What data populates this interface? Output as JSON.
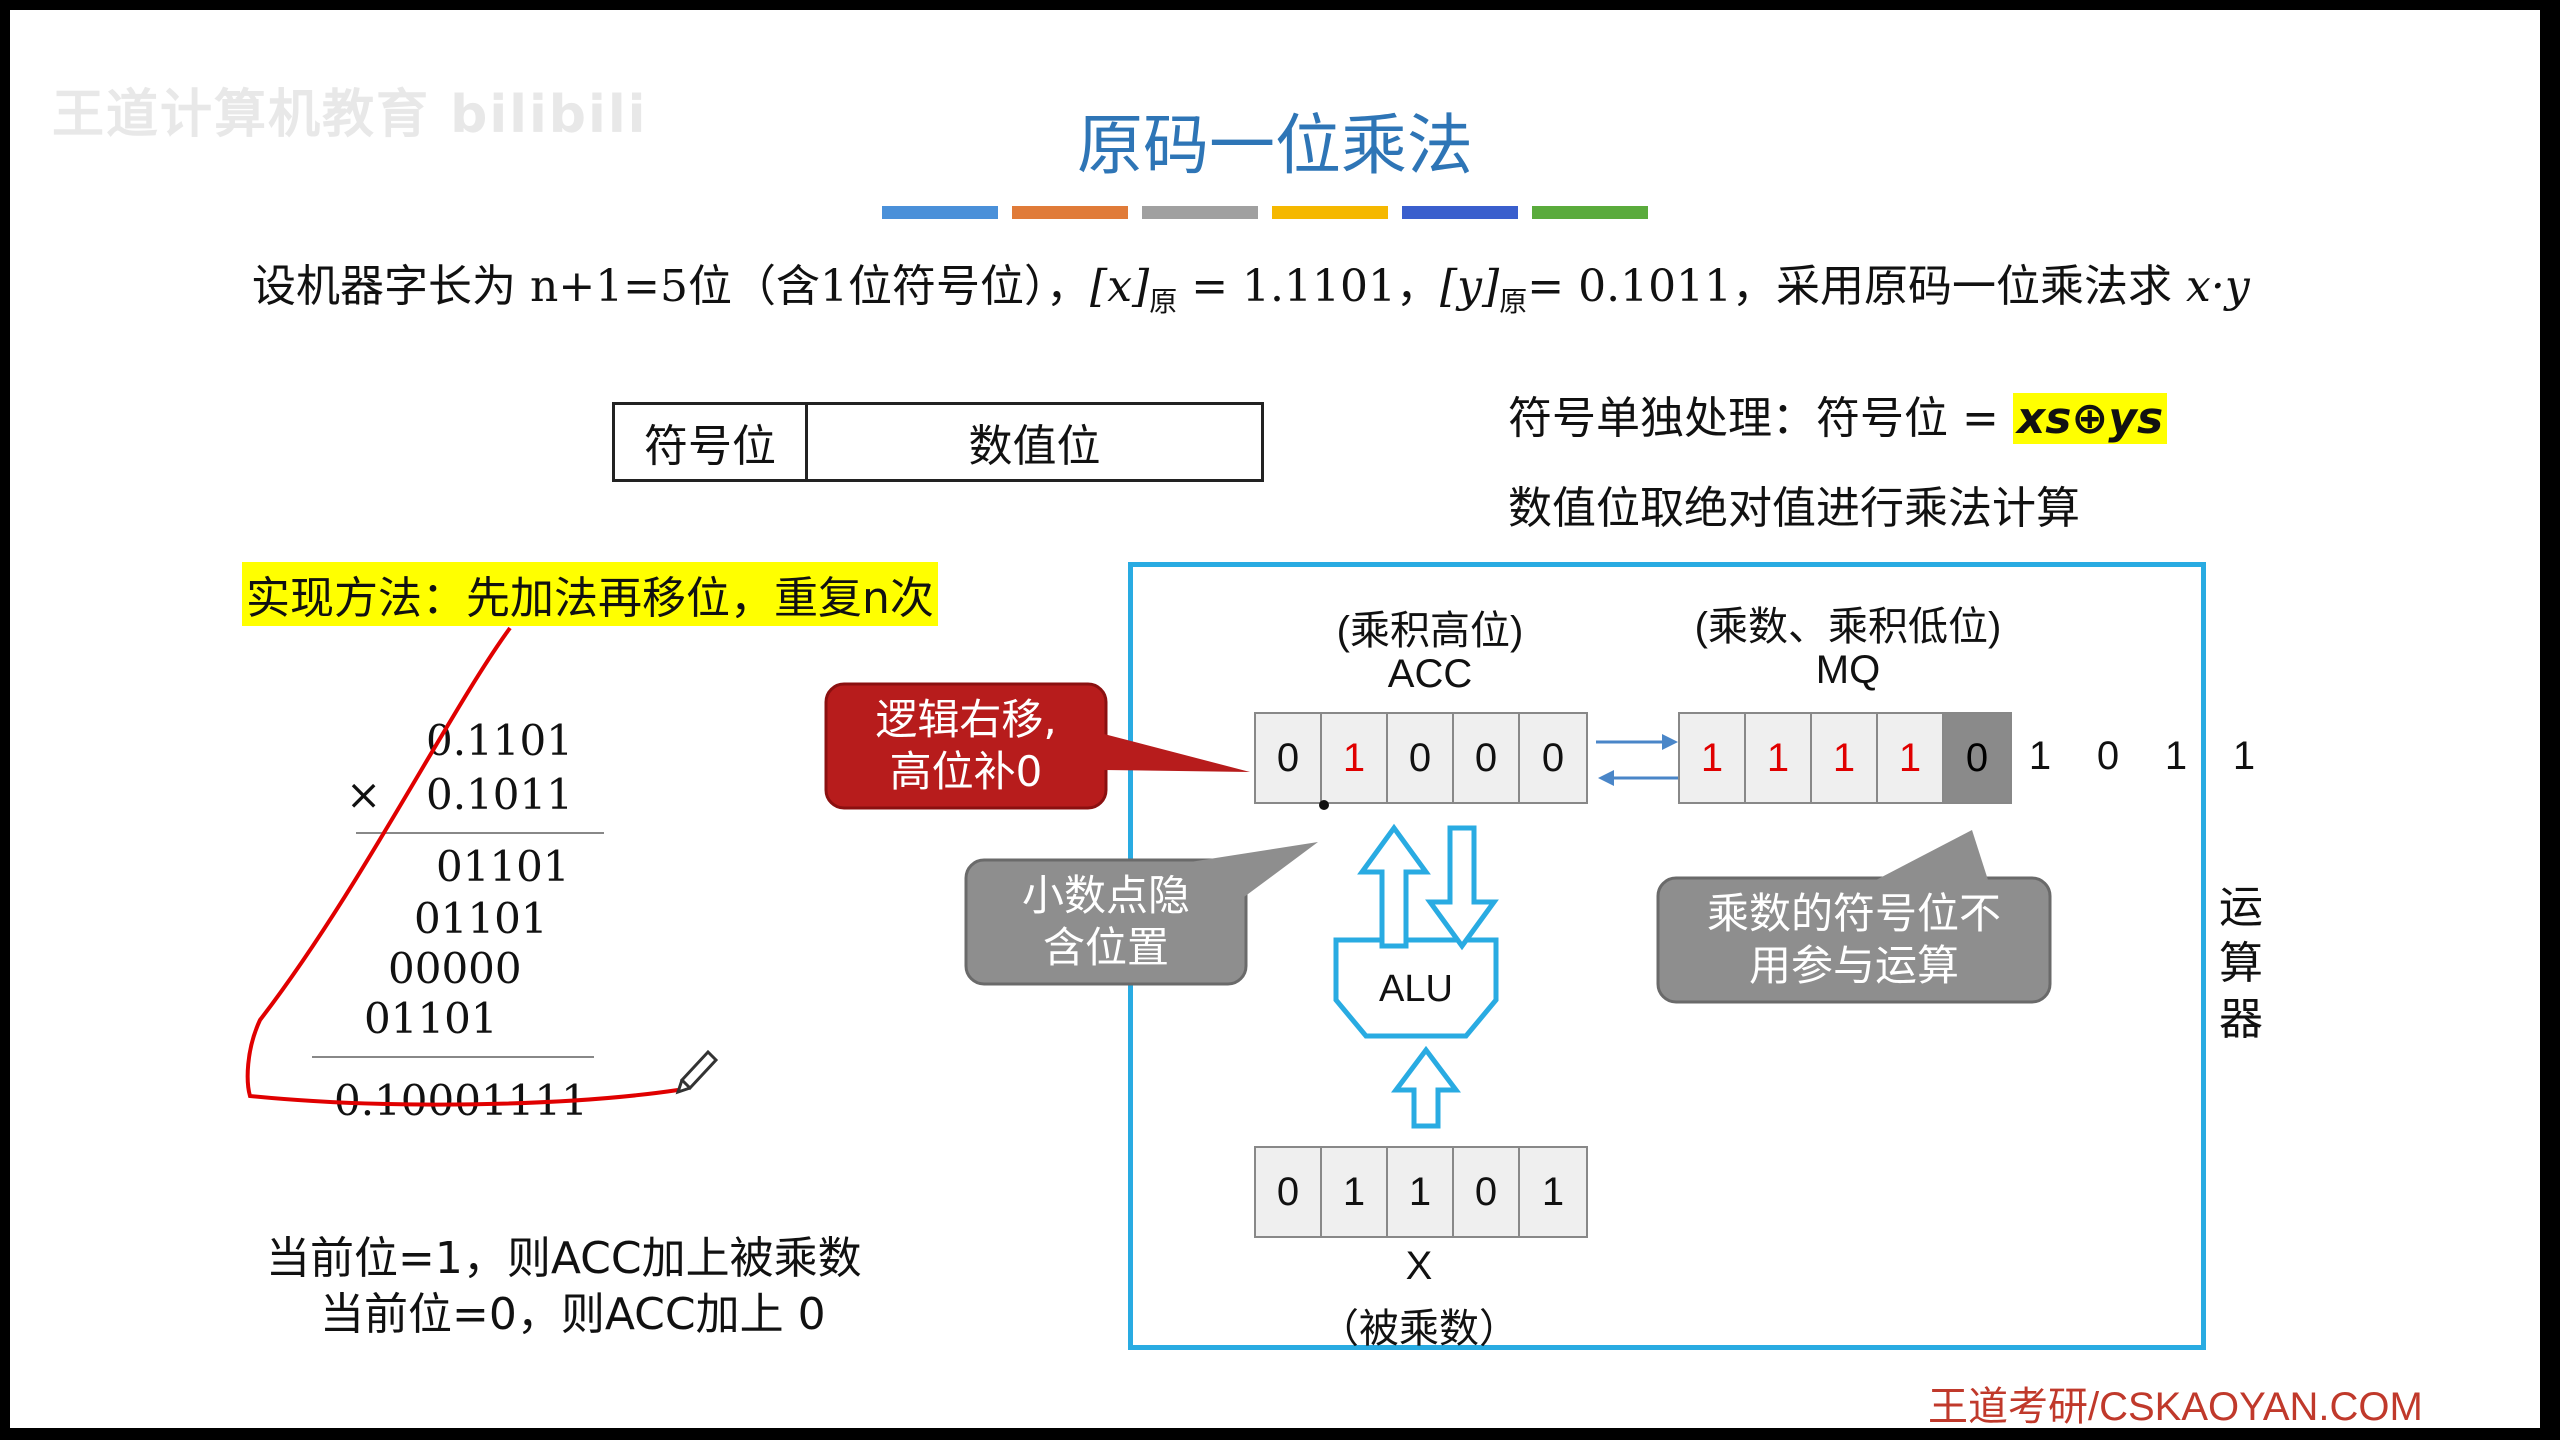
{
  "header": {
    "title": "原码一位乘法",
    "watermark": "王道计算机教育 bilibili"
  },
  "title_bar_colors": [
    "#4a90d9",
    "#e07b39",
    "#a0a0a0",
    "#f5b800",
    "#3a5fcd",
    "#5aab3c"
  ],
  "problem": {
    "prefix": "设机器字长为 n+1=5位（含1位符号位），",
    "x_label": "[x]",
    "x_sub": "原",
    "x_value": " = 1.1101，",
    "y_label": "[y]",
    "y_sub": "原",
    "y_value": "= 0.1011，采用原码一位乘法求 ",
    "expr": "x·y"
  },
  "sign_table": {
    "sign": "符号位",
    "value": "数值位"
  },
  "sign_rule": {
    "prefix": "符号单独处理：符号位 = ",
    "formula": "xs⊕ys"
  },
  "abs_rule": "数值位取绝对值进行乘法计算",
  "method": "实现方法：先加法再移位，重复n次",
  "calc": {
    "multiplicand": "0.1101",
    "times": "×",
    "multiplier": "0.1011",
    "partials": [
      "01101",
      "01101",
      "00000",
      "01101"
    ],
    "result": "0.10001111"
  },
  "rules": {
    "line1": "当前位=1，则ACC加上被乘数",
    "line2": "当前位=0，则ACC加上 0"
  },
  "acc": {
    "caption": "(乘积高位)",
    "name": "ACC",
    "bits": [
      "0",
      "1",
      "0",
      "0",
      "0"
    ]
  },
  "mq": {
    "caption": "(乘数、乘积低位)",
    "name": "MQ",
    "bits": [
      "1",
      "1",
      "1",
      "1",
      "0"
    ],
    "extra_bits": [
      "1",
      "0",
      "1",
      "1"
    ]
  },
  "alu": {
    "label": "ALU"
  },
  "x_reg": {
    "bits": [
      "0",
      "1",
      "1",
      "0",
      "1"
    ],
    "name": "X",
    "caption": "（被乘数）"
  },
  "unit_label": "运算器",
  "callouts": {
    "shift_line1": "逻辑右移,",
    "shift_line2": "高位补0",
    "point_line1": "小数点隐",
    "point_line2": "含位置",
    "sign_line1": "乘数的符号位不",
    "sign_line2": "用参与运算"
  },
  "colors": {
    "accent_blue": "#2e75b6",
    "frame_cyan": "#29abe2",
    "highlight": "#ffff00",
    "callout_red": "#b71c1c",
    "callout_gray": "#8e8e8e",
    "bit_red": "#e00000",
    "footer_red": "#c0392b"
  },
  "footer": "王道考研/CSKAOYAN.COM"
}
